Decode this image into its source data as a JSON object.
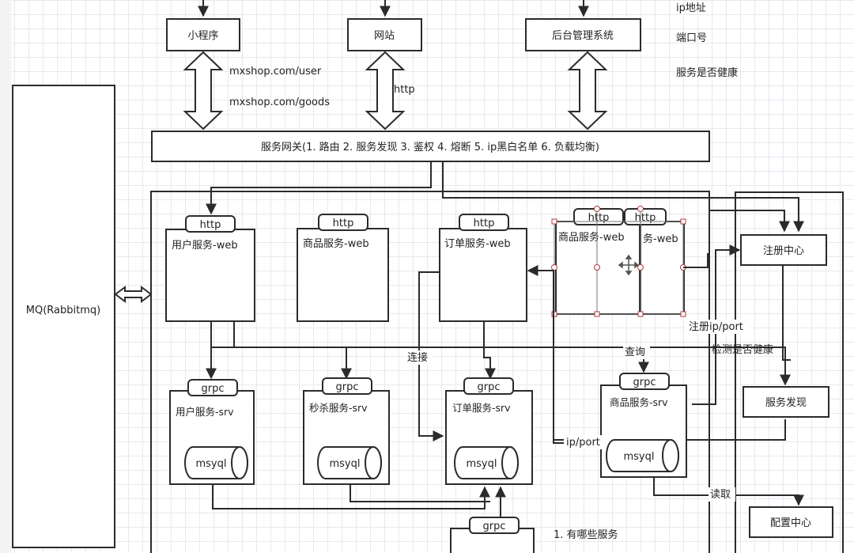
{
  "top_nodes": {
    "miniapp": "小程序",
    "website": "网站",
    "admin": "后台管理系统"
  },
  "top_notes": {
    "ip": "ip地址",
    "port": "端口号",
    "health": "服务是否健康"
  },
  "routes": {
    "user": "mxshop.com/user",
    "goods": "mxshop.com/goods",
    "http": "http"
  },
  "gateway": "服务网关(1. 路由 2. 服务发现 3. 鉴权 4. 熔断 5. ip黑白名单 6. 负载均衡)",
  "mq": "MQ(Rabbitmq)",
  "web_services": {
    "user_tag": "http",
    "user": "用户服务-web",
    "goods_tag": "http",
    "goods": "商品服务-web",
    "order_tag": "http",
    "order": "订单服务-web",
    "goods2_tag": "http",
    "goods2": "商品服务-web",
    "ghost_tag": "http",
    "ghost": "务-web"
  },
  "srv_services": {
    "user_tag": "grpc",
    "user": "用户服务-srv",
    "user_db": "msyql",
    "seckill_tag": "grpc",
    "seckill": "秒杀服务-srv",
    "seckill_db": "msyql",
    "order_tag": "grpc",
    "order": "订单服务-srv",
    "order_db": "msyql",
    "goods_tag": "grpc",
    "goods": "商品服务-srv",
    "goods_db": "msyql",
    "bottom_tag": "grpc"
  },
  "right_panel": {
    "registry": "注册中心",
    "discovery": "服务发现",
    "config": "配置中心"
  },
  "edge_labels": {
    "connect": "连接",
    "query": "查询",
    "register": "注册ip/port",
    "health_check": "检测是否健康",
    "ip_port": "ip/port",
    "read": "读取"
  },
  "bottom_note": "1. 有哪些服务"
}
